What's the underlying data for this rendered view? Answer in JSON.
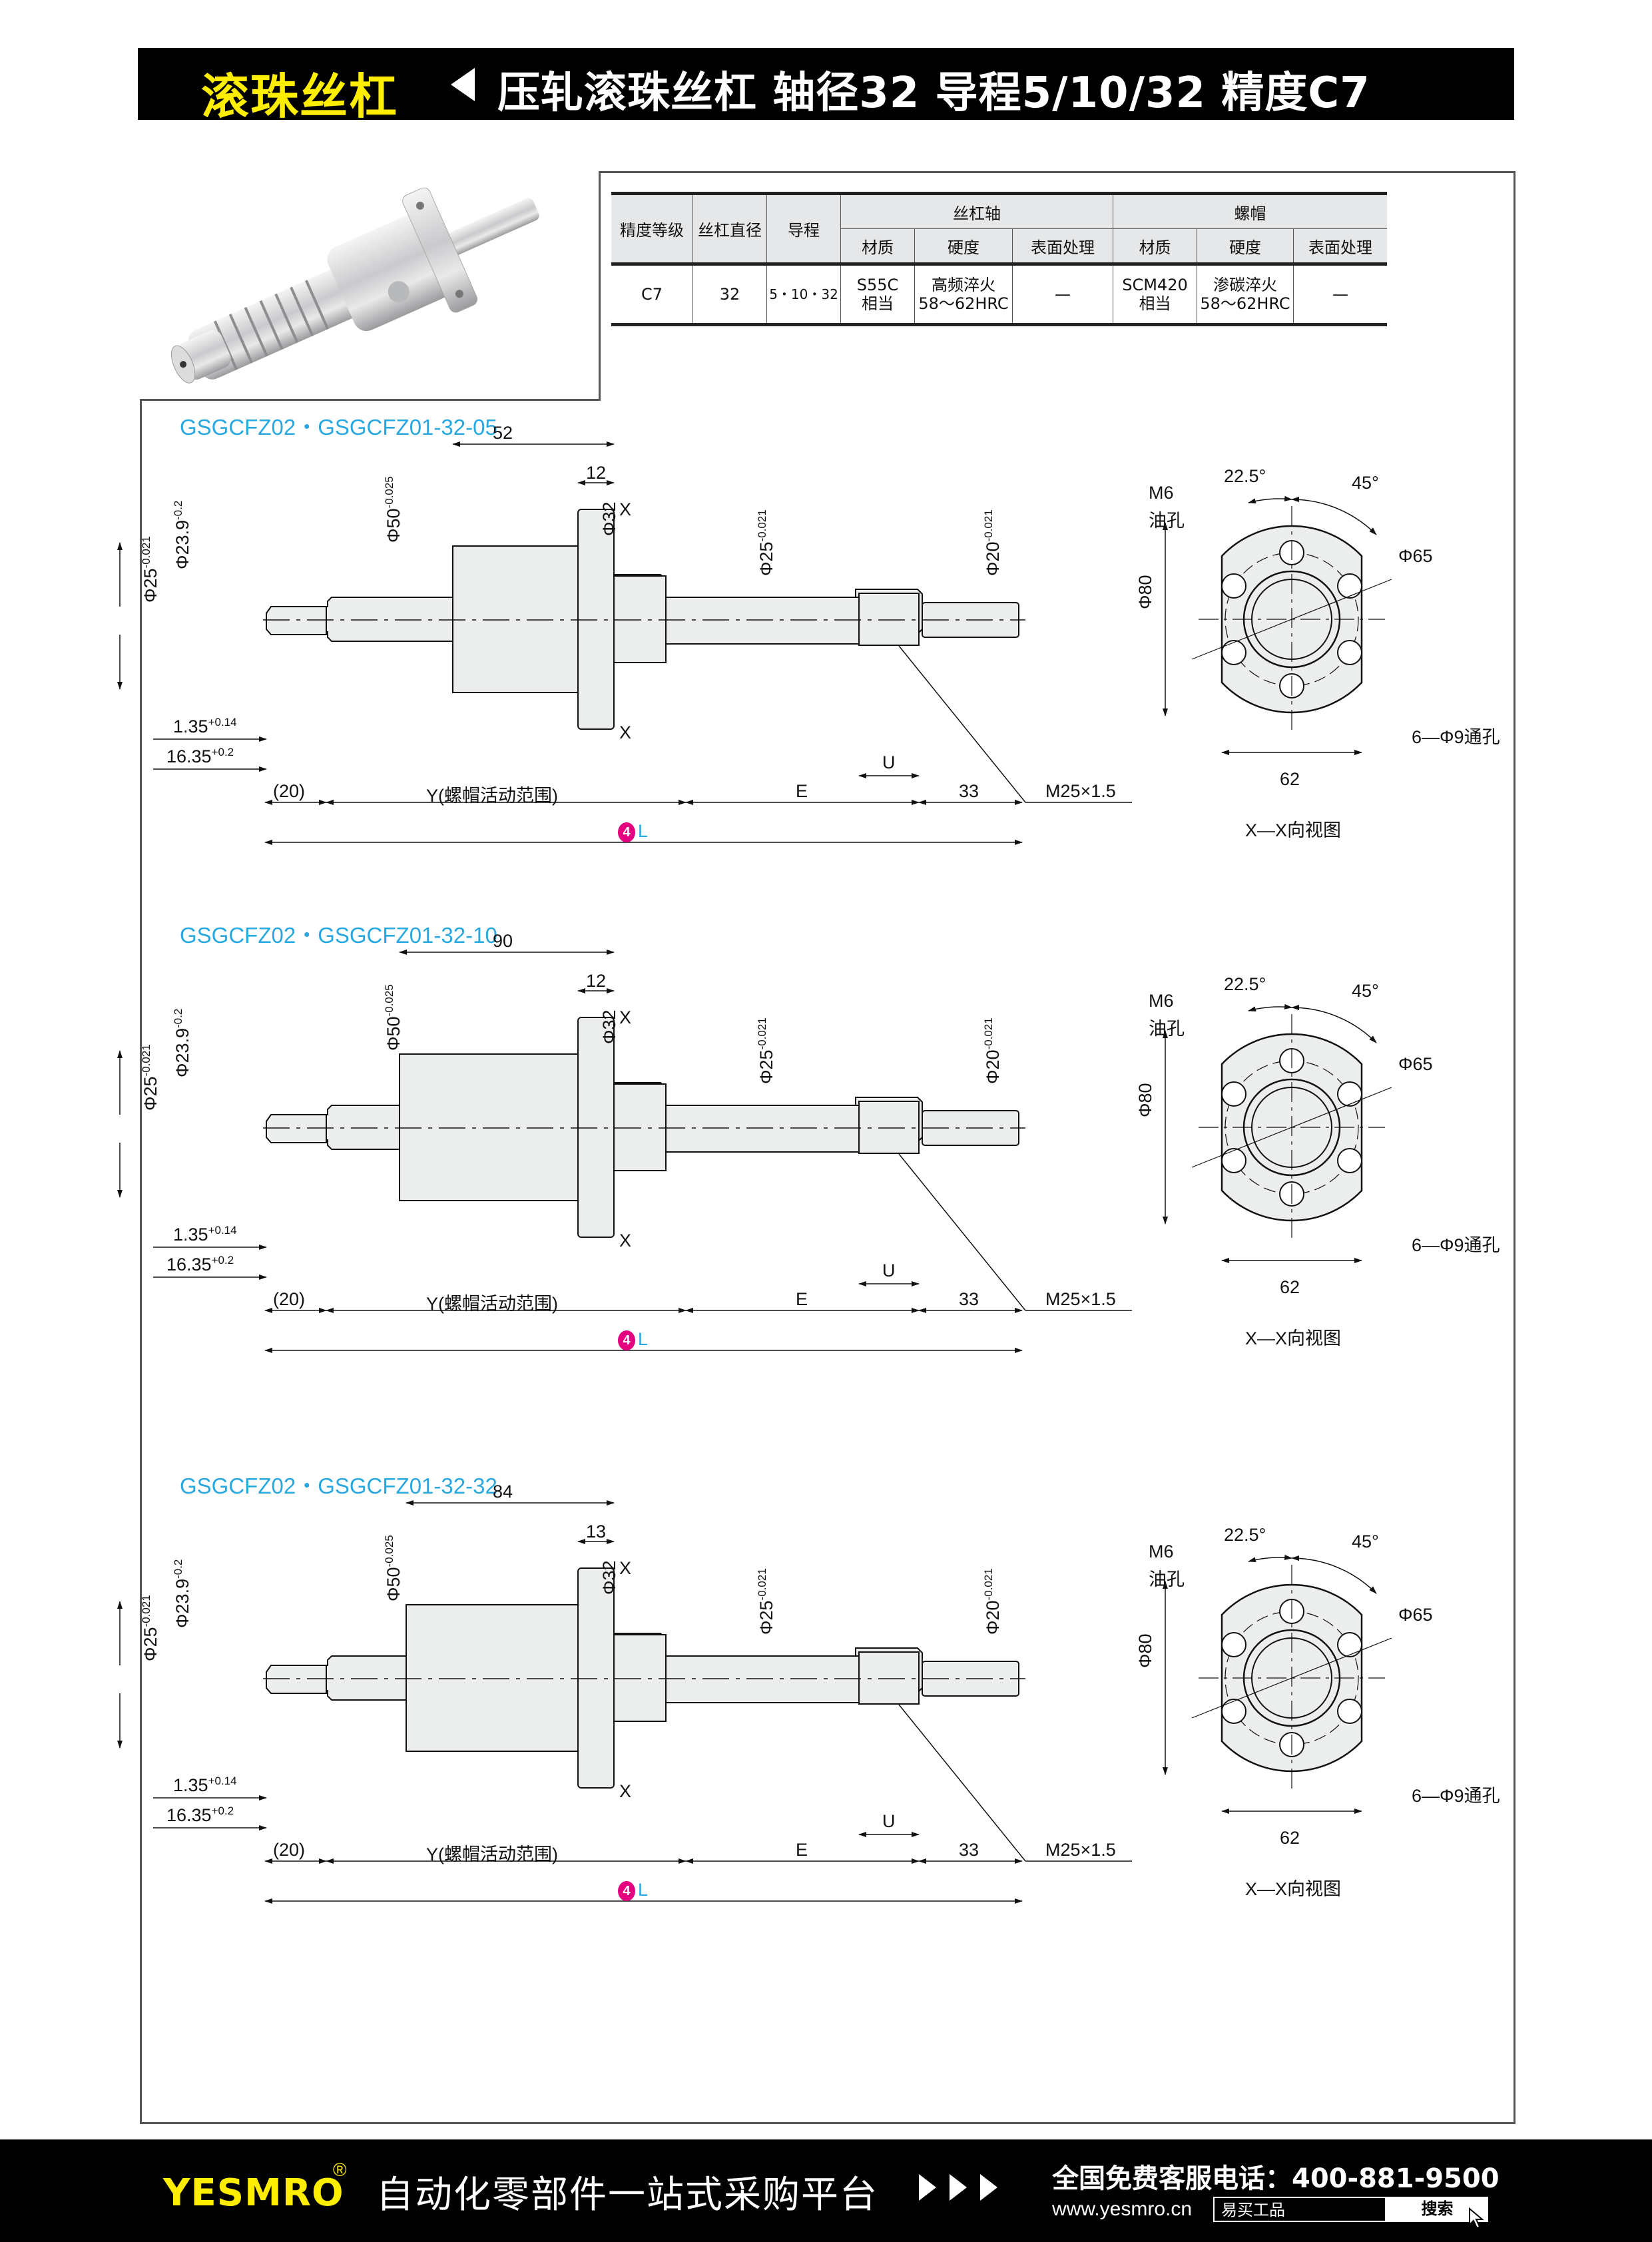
{
  "header": {
    "category": "滚珠丝杠",
    "title": "压轧滚珠丝杠  轴径32 导程5/10/32 精度C7"
  },
  "spec_table": {
    "headers_row1": [
      "精度等级",
      "丝杠直径",
      "导程",
      "丝杠轴",
      "螺帽"
    ],
    "headers_row2": [
      "材质",
      "硬度",
      "表面处理",
      "材质",
      "硬度",
      "表面处理"
    ],
    "row": {
      "accuracy": "C7",
      "diameter": "32",
      "lead": "5・10・32",
      "shaft_material": [
        "S55C",
        "相当"
      ],
      "shaft_hardness": [
        "高频淬火",
        "58～62HRC"
      ],
      "shaft_surface": "—",
      "nut_material": [
        "SCM420",
        "相当"
      ],
      "nut_hardness": [
        "渗碳淬火",
        "58～62HRC"
      ],
      "nut_surface": "—"
    }
  },
  "labels": {
    "d25": "Φ25",
    "d25_tol_upper": "0",
    "d25_tol_lower": "-0.021",
    "d239": "Φ23.9",
    "d239_tol_upper": "0",
    "d239_tol_lower": "-0.2",
    "d50": "Φ50",
    "d50_tol_upper": "0",
    "d50_tol_lower": "-0.025",
    "d32": "Φ32",
    "d20": "Φ20",
    "d20_tol_upper": "0",
    "d20_tol_lower": "-0.021",
    "x_mark": "X",
    "dim_135": "1.35",
    "dim_135_tol_upper": "+0.14",
    "dim_135_tol_lower": "0",
    "dim_1635": "16.35",
    "dim_1635_tol_upper": "+0.2",
    "dim_1635_tol_lower": "0",
    "dim_20": "(20)",
    "dim_y": "Y(螺帽活动范围)",
    "dim_e": "E",
    "dim_u": "U",
    "dim_33": "33",
    "thread": "M25×1.5",
    "l_badge": "4",
    "l_label": "L",
    "angle_225": "22.5°",
    "angle_45": "45°",
    "oil_m6": "M6",
    "oil_hole": "油孔",
    "d65": "Φ65",
    "d80": "Φ80",
    "holes": "6—Φ9通孔",
    "width_62": "62",
    "view_caption": "X—X向视图"
  },
  "sections": [
    {
      "title": "GSGCFZ02・GSGCFZ01-32-05",
      "nut_length": "52",
      "flange_width": "12"
    },
    {
      "title": "GSGCFZ02・GSGCFZ01-32-10",
      "nut_length": "90",
      "flange_width": "12"
    },
    {
      "title": "GSGCFZ02・GSGCFZ01-32-32",
      "nut_length": "84",
      "flange_width": "13"
    }
  ],
  "colors": {
    "accent_yellow": "#ffee00",
    "title_blue": "#29a8e0",
    "badge_magenta": "#e4007f",
    "part_fill": "#eceded"
  },
  "footer": {
    "logo": "YESMRO",
    "registered": "®",
    "slogan": "自动化零部件一站式采购平台",
    "hotline": "全国免费客服电话：400-881-9500",
    "url": "www.yesmro.cn",
    "search_value": "易买工品",
    "search_button": "搜索"
  }
}
